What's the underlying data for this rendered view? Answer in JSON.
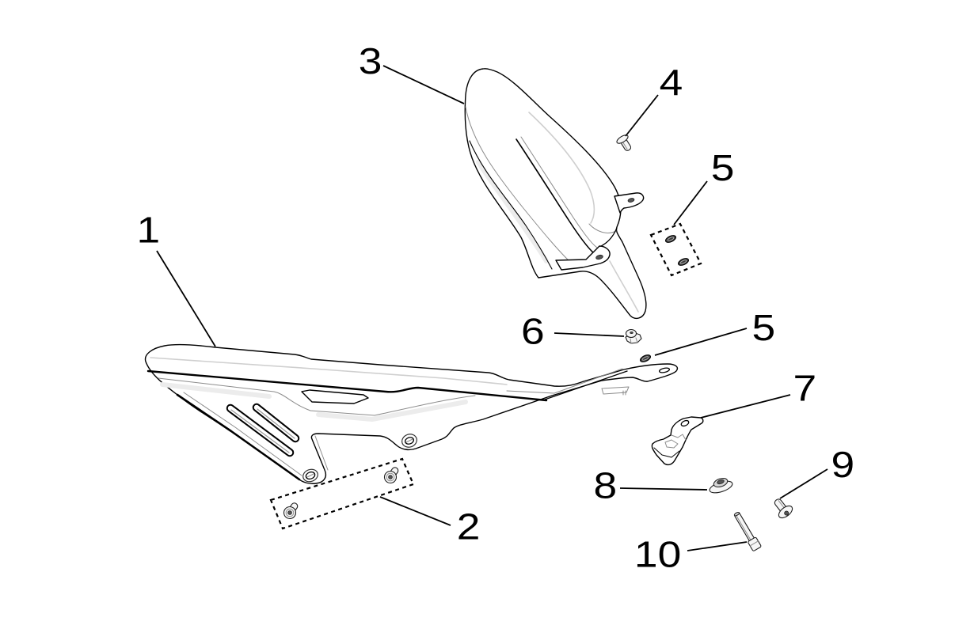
{
  "colors": {
    "background": "#ffffff",
    "ink": "#000000"
  },
  "callouts": [
    {
      "number": "1"
    },
    {
      "number": "2",
      "dashed_group": true,
      "items_in_group": 2
    },
    {
      "number": "3"
    },
    {
      "number": "4"
    },
    {
      "number": "5",
      "dashed_group": true,
      "items_in_group": 2
    },
    {
      "number": "5"
    },
    {
      "number": "6"
    },
    {
      "number": "7"
    },
    {
      "number": "8"
    },
    {
      "number": "9"
    },
    {
      "number": "10"
    }
  ]
}
